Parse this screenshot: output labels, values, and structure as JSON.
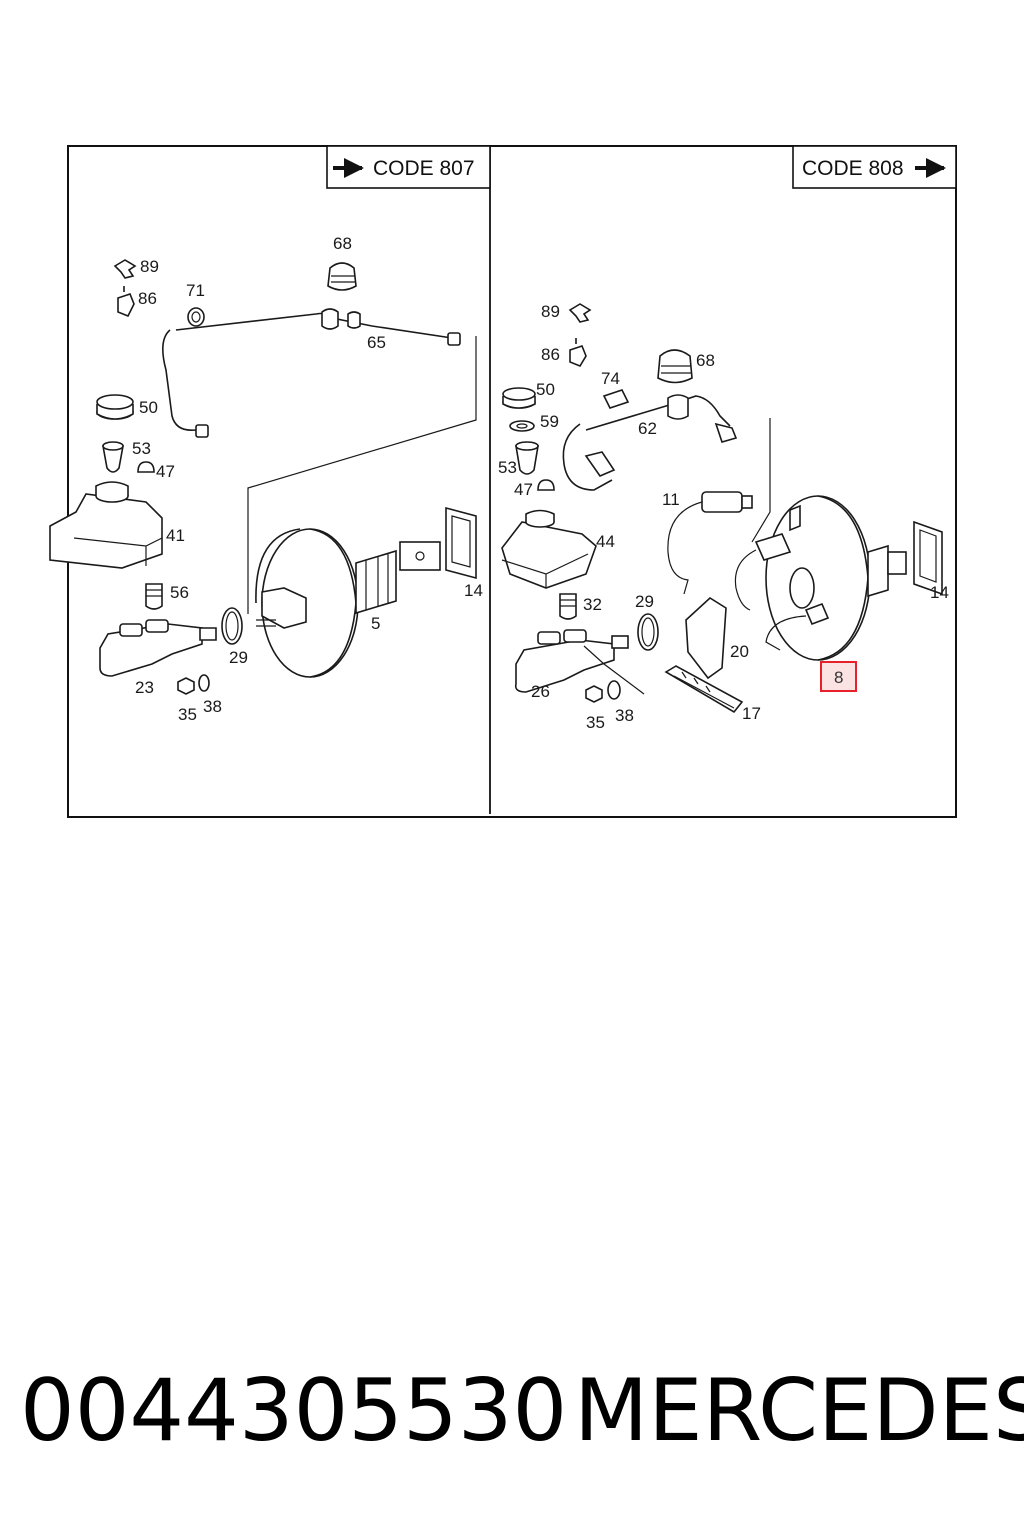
{
  "panels": [
    {
      "code_label": "CODE 807",
      "callouts": [
        "89",
        "86",
        "68",
        "71",
        "65",
        "50",
        "53",
        "47",
        "41",
        "56",
        "14",
        "5",
        "29",
        "23",
        "35",
        "38"
      ]
    },
    {
      "code_label": "CODE 808",
      "callouts": [
        "89",
        "86",
        "68",
        "74",
        "50",
        "59",
        "62",
        "53",
        "47",
        "11",
        "44",
        "29",
        "32",
        "14",
        "20",
        "26",
        "35",
        "38",
        "17"
      ],
      "highlighted_callout": "8"
    }
  ],
  "highlight_color": "#e8202a",
  "highlight_fill": "#fbe3e4",
  "caption": {
    "part_number": "0044305530",
    "brand": "MERCEDES"
  }
}
